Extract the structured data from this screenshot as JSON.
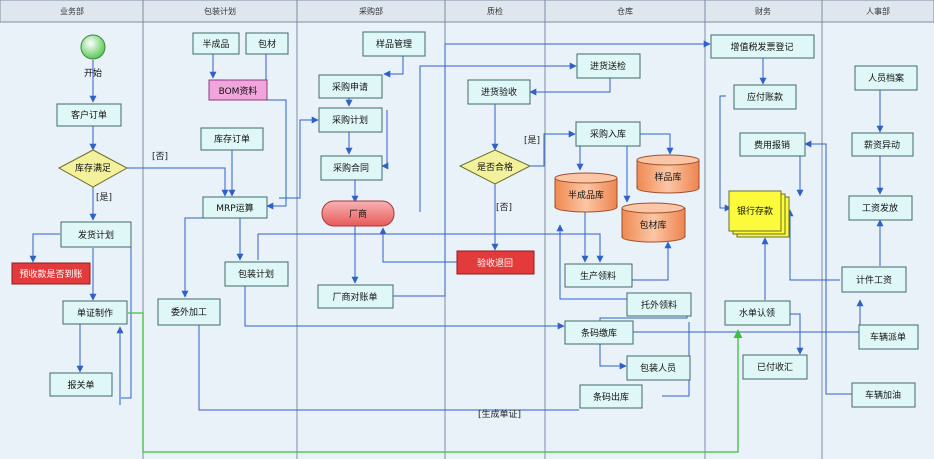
{
  "lanes": [
    {
      "id": "sales",
      "label": "业务部"
    },
    {
      "id": "packplan",
      "label": "包装计划"
    },
    {
      "id": "purchase",
      "label": "采购部"
    },
    {
      "id": "qc",
      "label": "质检"
    },
    {
      "id": "warehouse",
      "label": "仓库"
    },
    {
      "id": "finance",
      "label": "财务"
    },
    {
      "id": "hr",
      "label": "人事部"
    }
  ],
  "nodes": {
    "start": "开始",
    "customer_order": "客户订单",
    "stock_enough": "库存满足",
    "ship_plan": "发货计划",
    "prepay_check": "预收款是否到账",
    "doc_make": "单证制作",
    "customs_form": "报关单",
    "semi_product": "半成品",
    "pack_material": "包材",
    "bom": "BOM资料",
    "stock_order": "库存订单",
    "mrp": "MRP运算",
    "pack_plan": "包装计划",
    "outsource": "委外加工",
    "sample_mgmt": "样品管理",
    "purchase_request": "采购申请",
    "purchase_plan": "采购计划",
    "purchase_contract": "采购合同",
    "vendor": "厂商",
    "vendor_statement": "厂商对账单",
    "inspect_receive": "进货验收",
    "qualified": "是否合格",
    "reject_return": "验收退回",
    "inspect_send": "进货送检",
    "purchase_in": "采购入库",
    "semi_store": "半成品库",
    "sample_store": "样品库",
    "pack_store": "包材库",
    "prod_pick": "生产领料",
    "outsource_pick": "托外领料",
    "barcode_in": "条码缴库",
    "pack_staff": "包装人员",
    "barcode_out": "条码出库",
    "vat_invoice": "增值税发票登记",
    "payable": "应付账款",
    "expense": "费用报销",
    "bank": "银行存款",
    "water_bill": "水单认领",
    "paid_writeoff": "已付收汇",
    "staff_file": "人员档案",
    "salary_change": "薪资异动",
    "salary_pay": "工资发放",
    "piece_wage": "计件工资",
    "vehicle_dispatch": "车辆派单",
    "vehicle_fuel": "车辆加油"
  },
  "edge_labels": {
    "no1": "[否]",
    "yes1": "[是]",
    "yes2": "[是]",
    "no2": "[否]",
    "generate_doc": "[生成单证]"
  },
  "colors": {
    "box_fill": "#dff7f7",
    "box_stroke": "#3f6b6b",
    "diamond_fill": "#f3f29c",
    "red_fill": "#e33b3b",
    "orange_fill": "#f5a374",
    "pink_fill": "#f1a5dc",
    "bank_fill": "#fbfb3c",
    "line": "#2f62c9",
    "green_line": "#3fbf3f",
    "lane_bg": "#e9f1f9",
    "header_bg": "#dfe6ee"
  }
}
